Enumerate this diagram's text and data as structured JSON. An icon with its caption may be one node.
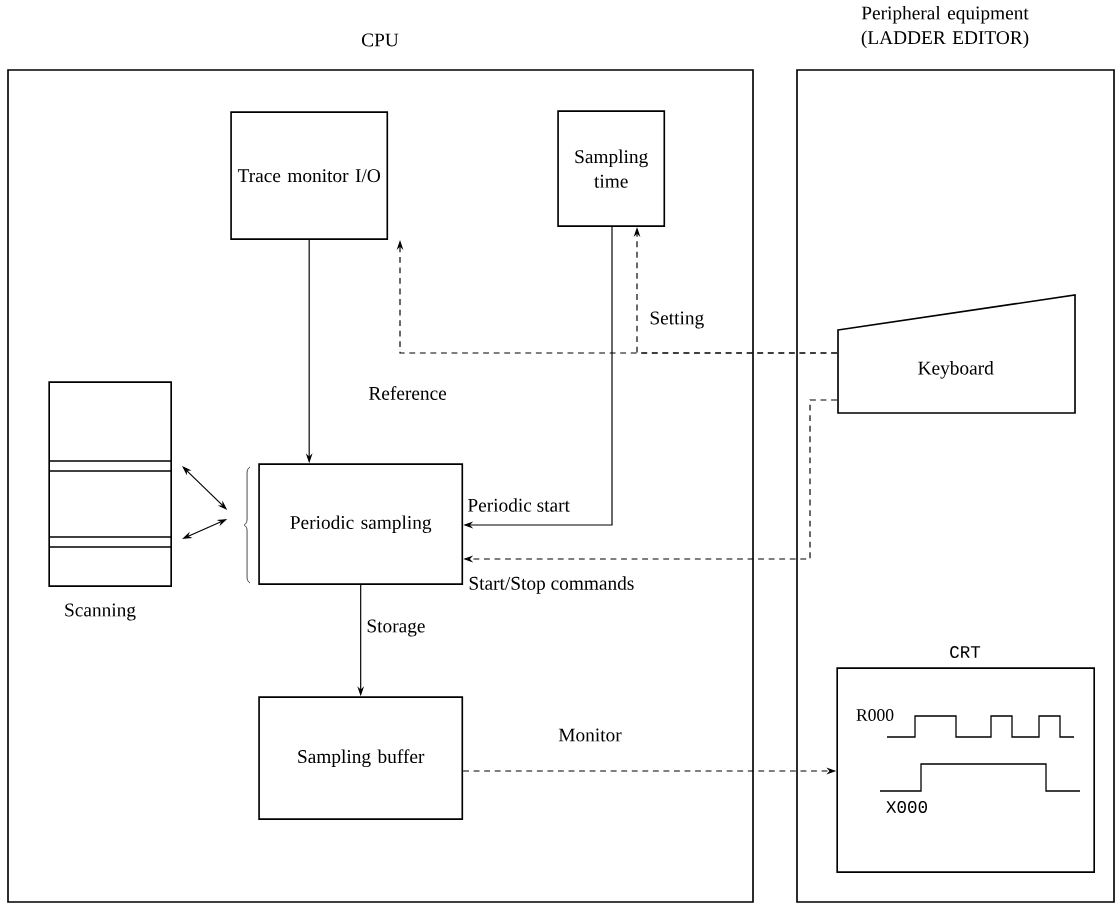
{
  "diagram": {
    "nodes": [
      {
        "text": [
          "CPU"
        ]
      },
      {
        "text": [
          "Peripheral equipment (LADDER EDITOR)"
        ]
      },
      {
        "text": [
          "Trace monitor I/O"
        ],
        "in": 0
      },
      {
        "text": [
          "Sampling time"
        ],
        "in": 0
      },
      {
        "text": [
          "Scanning"
        ],
        "in": 0
      },
      {
        "text": [
          "Periodic sampling"
        ],
        "in": 0
      },
      {
        "text": [
          "Sampling buffer"
        ],
        "in": 0
      },
      {
        "text": [
          "Keyboard"
        ],
        "in": 1
      },
      {
        "text": [
          "CRT"
        ],
        "in": 1
      }
    ],
    "edges": [
      {
        "from": 7,
        "to": 2,
        "arrow": "to",
        "style": "dashed"
      },
      {
        "from": 7,
        "to": 3,
        "arrow": "to",
        "style": "dashed",
        "label": "Setting"
      },
      {
        "from": 2,
        "to": 5,
        "arrow": "to",
        "label": "Reference"
      },
      {
        "from": 3,
        "to": 5,
        "arrow": "to",
        "label": "Periodic start"
      },
      {
        "from": 7,
        "to": 5,
        "arrow": "to",
        "style": "dashed",
        "label": "Start/Stop commands"
      },
      {
        "from": 5,
        "to": 6,
        "arrow": "to",
        "label": "Storage"
      },
      {
        "from": 6,
        "to": 8,
        "arrow": "to",
        "style": "dashed",
        "label": "Monitor"
      },
      {
        "from": 4,
        "to": 5,
        "arrow": "both"
      },
      {
        "from": 4,
        "to": 5,
        "arrow": "both"
      }
    ],
    "labels": [
      "R000",
      "X000"
    ]
  }
}
